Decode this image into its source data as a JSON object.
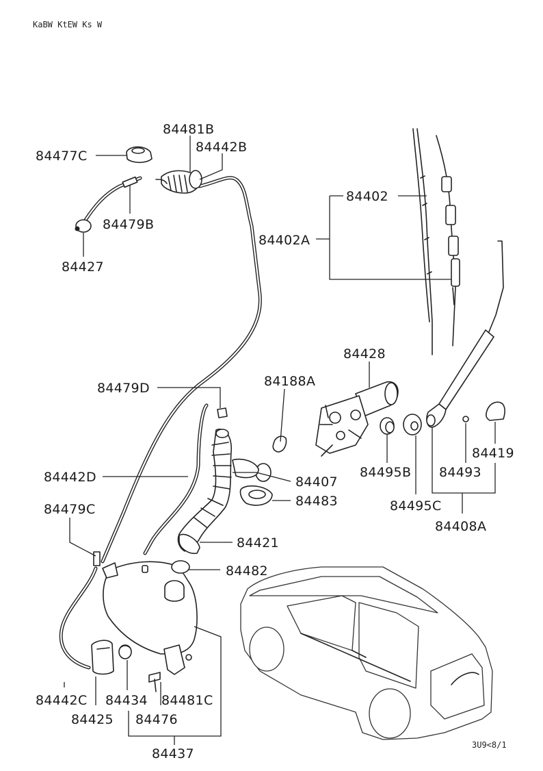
{
  "header_code": "KaBW KtEW Ks W",
  "footer_code": "3U9<8/1",
  "part_labels": {
    "p84481B": "84481B",
    "p84442B": "84442B",
    "p84477C": "84477C",
    "p84479B": "84479B",
    "p84427": "84427",
    "p84402": "84402",
    "p84402A": "84402A",
    "p84428": "84428",
    "p84488A": "84188A",
    "p84479D": "84479D",
    "p84407": "84407",
    "p84483": "84483",
    "p84442D": "84442D",
    "p84479C": "84479C",
    "p84421": "84421",
    "p84482": "84482",
    "p84495B": "84495B",
    "p84495C": "84495C",
    "p84493": "84493",
    "p84419": "84419",
    "p84408A": "84408A",
    "p84442C": "84442C",
    "p84434": "84434",
    "p84481C": "84481C",
    "p84425": "84425",
    "p84476": "84476",
    "p84437": "84437"
  }
}
